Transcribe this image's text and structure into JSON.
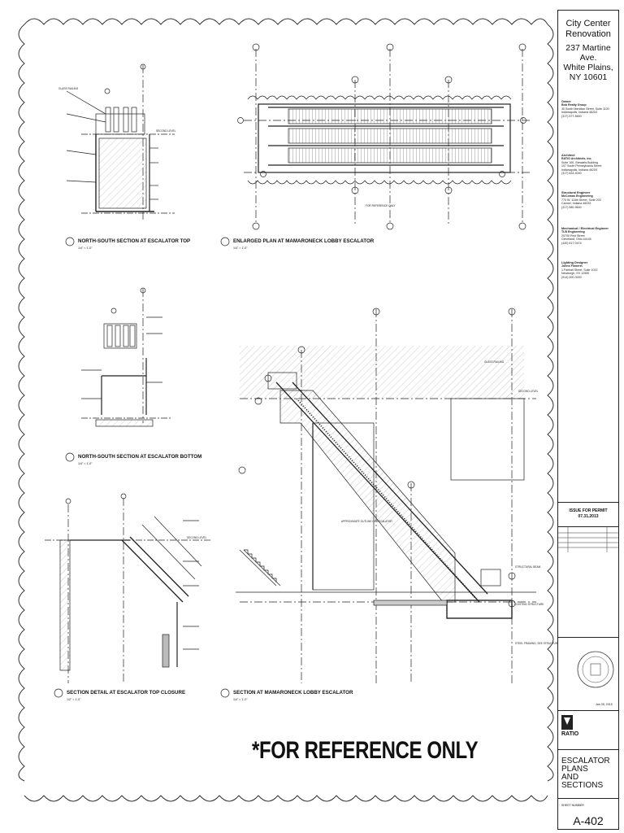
{
  "project": {
    "name_line1": "City Center",
    "name_line2": "Renovation",
    "address_line1": "237 Martine Ave.",
    "address_line2": "White Plains, NY 10601"
  },
  "consultants": [
    {
      "role": "Owner",
      "name": "Bob Realty Group",
      "lines": [
        "30 South Meridian Street, Suite 1100",
        "Indianapolis, Indiana 46204",
        "(317) 577-5600"
      ]
    },
    {
      "role": "Architect",
      "name": "RATIO Architects, Inc.",
      "lines": [
        "Suite 100, Stewarts Building",
        "107 South Pennsylvania Street",
        "Indianapolis, Indiana 46204",
        "(317) 633-4040"
      ]
    },
    {
      "role": "Structural Engineer",
      "name": "McComas Engineering",
      "lines": [
        "770 W. 116th Street, Suite 203",
        "Carmel, Indiana 46032",
        "(317) 580-9600"
      ]
    },
    {
      "role": "Mechanical / Electrical Engineer",
      "name": "TLB Engineering",
      "lines": [
        "20700 First Street",
        "Cleveland, Ohio 44145",
        "(440) 617-0474"
      ]
    },
    {
      "role": "Lighting Designer",
      "name": "Johns Finnerin",
      "lines": [
        "1 Fairhall Street, Suite 1022",
        "Newburgh, NY 12550",
        "(914) 000-0000"
      ]
    }
  ],
  "issue": {
    "label": "ISSUE FOR PERMIT",
    "date": "07.31.2013"
  },
  "seal_date": "Jan 05, 2015",
  "firm_mark": "RATIO",
  "sheet": {
    "title_line1": "ESCALATOR PLANS",
    "title_line2": "AND SECTIONS",
    "number_label": "SHEET NUMBER",
    "number": "A-402"
  },
  "drawings": [
    {
      "title": "NORTH-SOUTH SECTION AT ESCALATOR TOP",
      "scale": "1/4\" = 1'-0\""
    },
    {
      "title": "ENLARGED PLAN AT MAMARONECK LOBBY ESCALATOR",
      "scale": "1/4\" = 1'-0\""
    },
    {
      "title": "NORTH-SOUTH SECTION AT ESCALATOR BOTTOM",
      "scale": "1/4\" = 1'-0\""
    },
    {
      "title": "SECTION DETAIL AT ESCALATOR TOP CLOSURE",
      "scale": "1/2\" = 1'-0\""
    },
    {
      "title": "SECTION AT MAMARONECK LOBBY ESCALATOR",
      "scale": "1/4\" = 1'-0\""
    }
  ],
  "stamp_text": "*FOR REFERENCE ONLY",
  "notes": {
    "glass_railing": "GLASS RAILING",
    "second_level": "SECOND LEVEL",
    "first_level": "FIRST LEVEL",
    "for_reference": "FOR REFERENCE ONLY",
    "structural_beam": "STRUCTURAL BEAM",
    "existing_structure": "EXISTING STRUCTURE",
    "approx_outline": "APPROXIMATE OUTLINE OF ESCALATOR",
    "steel_framing": "STEEL FRAMING, SEE STRUCTURAL DRAWINGS"
  },
  "colors": {
    "line": "#222222",
    "hatch": "#777777",
    "cloud": "#333333"
  }
}
